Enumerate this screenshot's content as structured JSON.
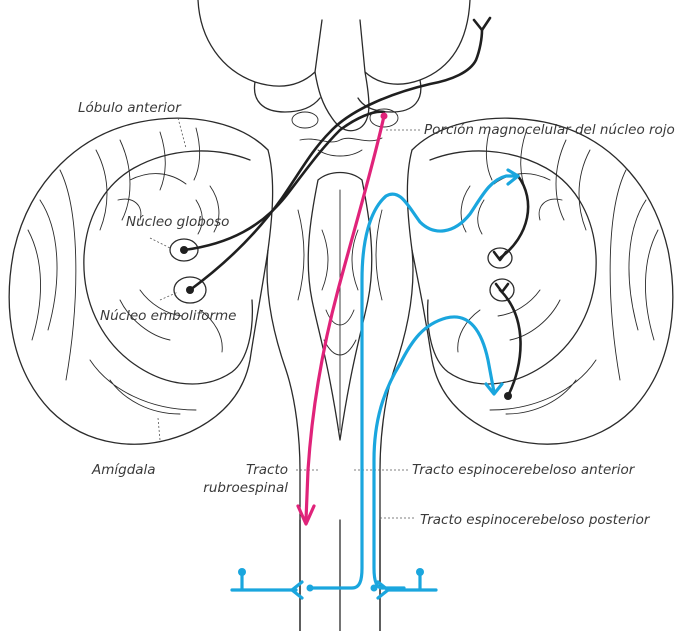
{
  "labels": {
    "lobulo_anterior": "Lóbulo anterior",
    "porcion_magnocelular": "Porción magnocelular del núcleo rojo",
    "nucleo_globoso": "Núcleo globoso",
    "nucleo_emboliforme": "Núcleo emboliforme",
    "amigdala": "Amígdala",
    "tracto_rubroespinal_1": "Tracto",
    "tracto_rubroespinal_2": "rubroespinal",
    "tracto_anterior": "Tracto espinocerebeloso anterior",
    "tracto_posterior": "Tracto espinocerebeloso posterior"
  },
  "colors": {
    "outline": "#2b2b2b",
    "efferent_black": "#1f1f1f",
    "spinocerebellar_blue": "#1aa6de",
    "rubrospinal_magenta": "#e0237a"
  }
}
